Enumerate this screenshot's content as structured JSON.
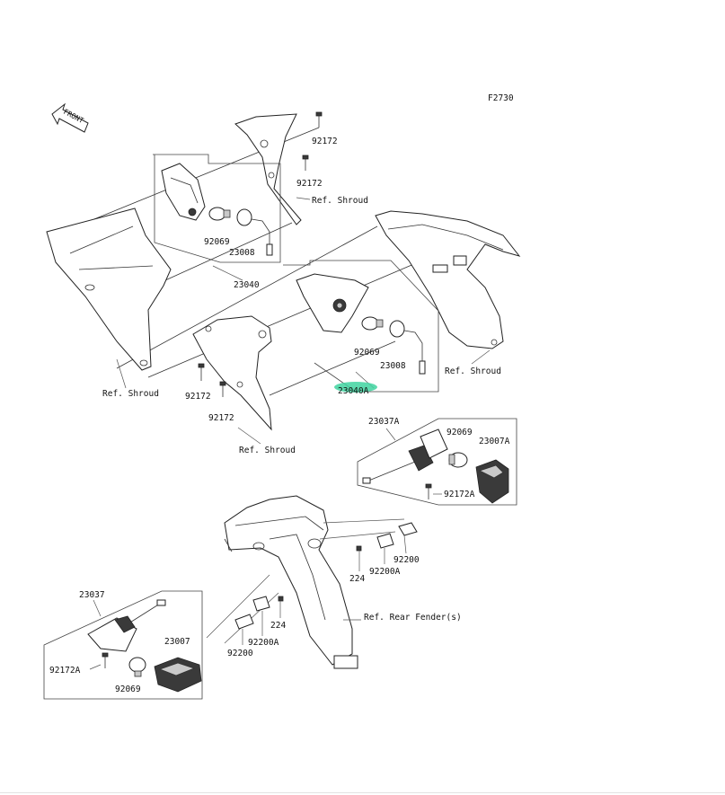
{
  "figure_code": "F2730",
  "front_label": "FRONT",
  "highlight_color": "#3fd3a0",
  "labels": {
    "p92172_top1": "92172",
    "p92172_top2": "92172",
    "ref_shroud_top": "Ref. Shroud",
    "p92069_l": "92069",
    "p23008_l": "23008",
    "p23040": "23040",
    "ref_shroud_left": "Ref. Shroud",
    "p92069_r": "92069",
    "p23008_r": "23008",
    "ref_shroud_right": "Ref. Shroud",
    "p23040A": "23040A",
    "p92172_mid1": "92172",
    "p92172_mid2": "92172",
    "ref_shroud_mid": "Ref. Shroud",
    "p23037A": "23037A",
    "p92069_ra": "92069",
    "p23007A": "23007A",
    "p92172A_r": "92172A",
    "p92200_r": "92200",
    "p224_r": "224",
    "p92200A_r": "92200A",
    "ref_rear_fender": "Ref. Rear Fender(s)",
    "p23037": "23037",
    "p224_l": "224",
    "p92200A_l": "92200A",
    "p92200_l": "92200",
    "p23007": "23007",
    "p92172A_l": "92172A",
    "p92069_b": "92069"
  }
}
